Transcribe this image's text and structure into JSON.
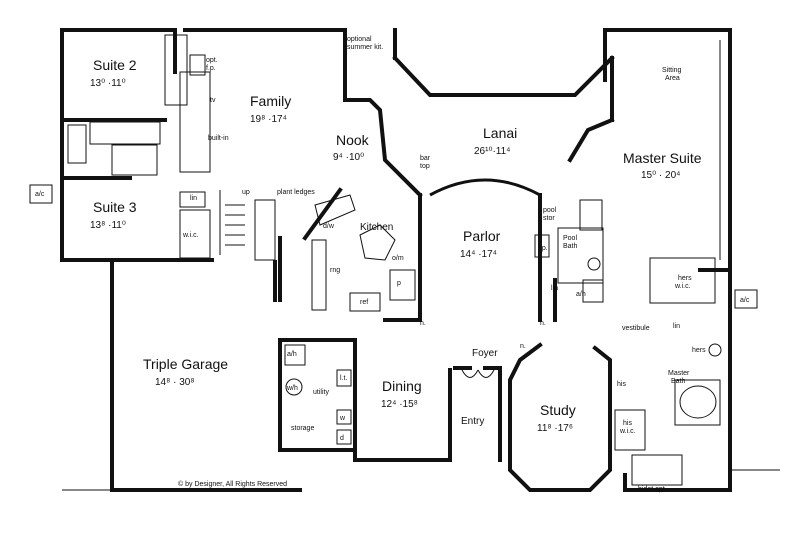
{
  "rooms": {
    "suite2": {
      "name": "Suite 2",
      "dim": "13⁰ ·11⁰"
    },
    "suite3": {
      "name": "Suite 3",
      "dim": "13⁸ ·11⁰"
    },
    "family": {
      "name": "Family",
      "dim": "19⁸ ·17⁴"
    },
    "nook": {
      "name": "Nook",
      "dim": "9⁴ ·10⁰"
    },
    "lanai": {
      "name": "Lanai",
      "dim": "26¹⁰·11⁴"
    },
    "master": {
      "name": "Master Suite",
      "dim": "15⁰ · 20⁴"
    },
    "parlor": {
      "name": "Parlor",
      "dim": "14⁴ ·17⁴"
    },
    "garage": {
      "name": "Triple Garage",
      "dim": "14⁸ · 30⁸"
    },
    "dining": {
      "name": "Dining",
      "dim": "12⁴ ·15⁸"
    },
    "study": {
      "name": "Study",
      "dim": "11⁸ ·17⁶"
    },
    "kitchen": {
      "name": "Kitchen"
    },
    "foyer": {
      "name": "Foyer"
    },
    "entry": {
      "name": "Entry"
    }
  },
  "notes": {
    "optional_summer_kit_1": "optional",
    "optional_summer_kit_2": "summer kit.",
    "opt_fp_1": "opt.",
    "opt_fp_2": "f.p.",
    "tv": "tv",
    "built_in": "built-in",
    "bar_top_1": "bar",
    "bar_top_2": "top",
    "up": "up",
    "plant_ledges": "plant ledges",
    "lin_suite3": "lin",
    "wic_suite3": "w.i.c.",
    "ac_left": "a/c",
    "ac_right": "a/c",
    "dw": "d/w",
    "rng": "rng",
    "om": "o/m",
    "ref": "ref",
    "p": "p",
    "n_kitchen": "n.",
    "sitting_1": "Sitting",
    "sitting_2": "Area",
    "pool_stor_1": "pool",
    "pool_stor_2": "stor",
    "pool_bath_1": "Pool",
    "pool_bath_2": "Bath",
    "fp": "f.p.",
    "ah_pool": "a/h",
    "lin_pool": "lin",
    "n_parlor": "n.",
    "hers_wic_1": "hers",
    "hers_wic_2": "w.i.c.",
    "lin_master": "lin",
    "vestibule": "vestibule",
    "hers": "hers",
    "master_bath_1": "Master",
    "master_bath_2": "Bath",
    "his": "his",
    "his_wic_1": "his",
    "his_wic_2": "w.i.c.",
    "bidet_opt": "bidet opt.",
    "ah_utility": "a/h",
    "wh": "w/h",
    "utility": "utility",
    "lt": "l.t.",
    "w": "w",
    "d": "d",
    "storage": "storage",
    "n_foyer": "n.",
    "copyright": "© by Designer, All Rights Reserved"
  }
}
